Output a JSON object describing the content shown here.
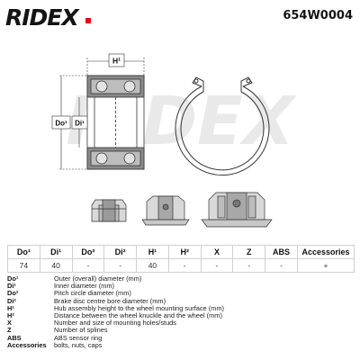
{
  "header": {
    "brand": "RIDEX",
    "part_number": "654W0004",
    "accent_color": "#e30613",
    "brand_color": "#141414"
  },
  "drawing": {
    "labels": {
      "height_label": "H¹",
      "outer_label": "Do¹",
      "inner_label": "Di¹"
    },
    "watermark": "RIDEX"
  },
  "specs": {
    "headers": [
      "Do¹",
      "Di¹",
      "Do²",
      "Di²",
      "H¹",
      "H²",
      "X",
      "Z",
      "ABS",
      "Accessories"
    ],
    "values": [
      "74",
      "40",
      "-",
      "-",
      "40",
      "-",
      "-",
      "-",
      "-",
      "+"
    ]
  },
  "legend": [
    {
      "code": "Do¹",
      "desc": "Outer (overall) diameter (mm)"
    },
    {
      "code": "Di¹",
      "desc": "Inner diameter (mm)"
    },
    {
      "code": "Do²",
      "desc": "Pitch circle diameter (mm)"
    },
    {
      "code": "Di²",
      "desc": "Brake disc centre bore diameter (mm)"
    },
    {
      "code": "H¹",
      "desc": "Hub assembly height to the wheel mounting surface (mm)"
    },
    {
      "code": "H²",
      "desc": "Distance between the wheel knuckle and the wheel (mm)"
    },
    {
      "code": "X",
      "desc": "Number and size of mounting holes/studs"
    },
    {
      "code": "Z",
      "desc": "Number of splines"
    },
    {
      "code": "ABS",
      "desc": "ABS sensor ring"
    },
    {
      "code": "Accessories",
      "desc": "bolts, nuts, caps"
    }
  ]
}
